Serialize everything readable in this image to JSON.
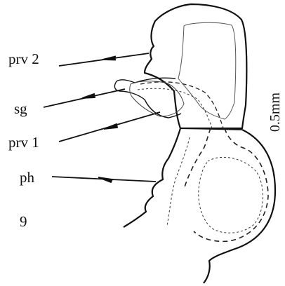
{
  "figure": {
    "number": "9",
    "scale_bar": "0.5mm",
    "labels": {
      "prv2": "prv 2",
      "sg": "sg",
      "prv1": "prv 1",
      "ph": "ph"
    }
  },
  "colors": {
    "ink": "#111111",
    "faint_ink": "#555555",
    "background": "#ffffff"
  }
}
